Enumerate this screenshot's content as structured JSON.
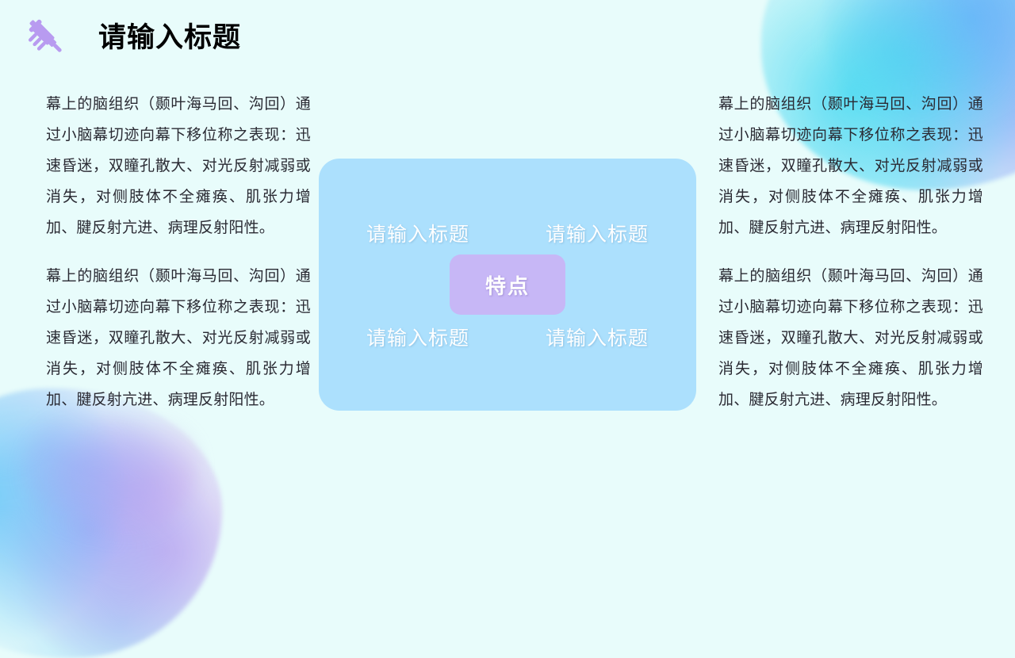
{
  "page": {
    "background_color": "#e8fcfb"
  },
  "header": {
    "icon": "syringe-icon",
    "title": "请输入标题",
    "icon_color": "#b89bf0"
  },
  "left_column": {
    "paragraphs": [
      "幕上的脑组织（颞叶海马回、沟回）通过小脑幕切迹向幕下移位称之表现：迅速昏迷，双瞳孔散大、对光反射减弱或消失，对侧肢体不全瘫痪、肌张力增加、腱反射亢进、病理反射阳性。",
      "幕上的脑组织（颞叶海马回、沟回）通过小脑幕切迹向幕下移位称之表现：迅速昏迷，双瞳孔散大、对光反射减弱或消失，对侧肢体不全瘫痪、肌张力增加、腱反射亢进、病理反射阳性。"
    ]
  },
  "right_column": {
    "paragraphs": [
      "幕上的脑组织（颞叶海马回、沟回）通过小脑幕切迹向幕下移位称之表现：迅速昏迷，双瞳孔散大、对光反射减弱或消失，对侧肢体不全瘫痪、肌张力增加、腱反射亢进、病理反射阳性。",
      "幕上的脑组织（颞叶海马回、沟回）通过小脑幕切迹向幕下移位称之表现：迅速昏迷，双瞳孔散大、对光反射减弱或消失，对侧肢体不全瘫痪、肌张力增加、腱反射亢进、病理反射阳性。"
    ]
  },
  "feature_card": {
    "background_color": "#ace0fd",
    "labels": {
      "top_left": "请输入标题",
      "top_right": "请输入标题",
      "bottom_left": "请输入标题",
      "bottom_right": "请输入标题"
    },
    "center_badge": {
      "text": "特点",
      "background_color": "#c7b7f6",
      "text_color": "#ffffff"
    }
  },
  "decorations": {
    "top_right_wash": "watercolor-cyan-blue",
    "bottom_left_wash": "watercolor-purple-blue"
  }
}
